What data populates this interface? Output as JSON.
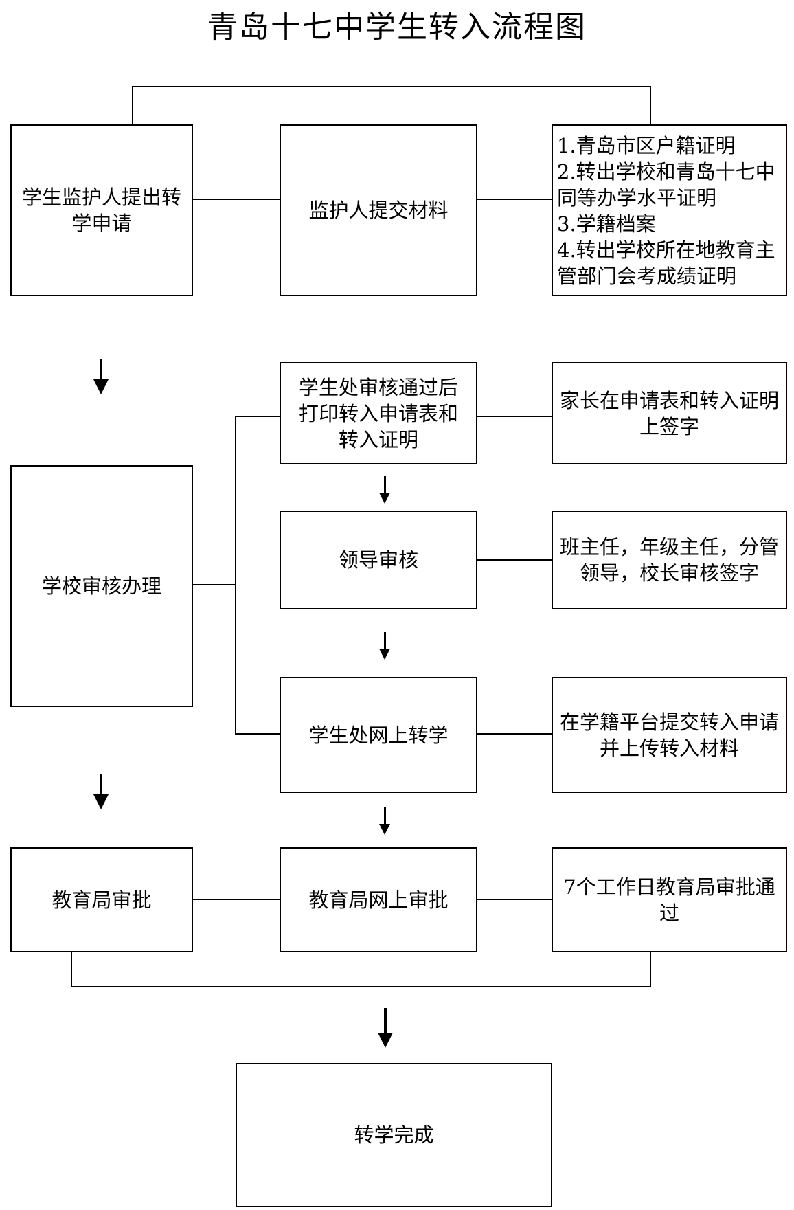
{
  "title": "青岛十七中学生转入流程图",
  "section1": {
    "apply": "学生监护人提出转学申请",
    "submit": "监护人提交材料",
    "materials": [
      "1.青岛市区户籍证明",
      "2.转出学校和青岛十七中同等办学水平证明",
      "3.学籍档案",
      "4.转出学校所在地教育主管部门会考成绩证明"
    ]
  },
  "section2": {
    "school_review": "学校审核办理",
    "print": "学生处审核通过后打印转入申请表和转入证明",
    "parent_sign": "家长在申请表和转入证明上签字",
    "leader_review": "领导审核",
    "leader_sign": "班主任，年级主任，分管领导，校长审核签字",
    "online_transfer": "学生处网上转学",
    "platform": "在学籍平台提交转入申请并上传转入材料"
  },
  "section3": {
    "bureau_approve": "教育局审批",
    "bureau_online": "教育局网上审批",
    "days": "7个工作日教育局审批通过"
  },
  "final": "转学完成"
}
